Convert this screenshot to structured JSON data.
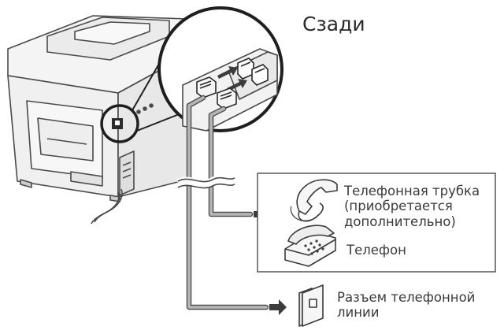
{
  "labels": {
    "rear": "Сзади",
    "handset": [
      "Телефонная трубка",
      "(приобретается",
      "дополнительно)"
    ],
    "phone": "Телефон",
    "wall_jack": [
      "Разъем телефонной",
      "линии"
    ]
  },
  "colors": {
    "outline": "#4a4a4a",
    "fill_light": "#f4f4f4",
    "fill_mid": "#e6e6e6",
    "cable": "#a9a9a9",
    "arrow": "#3c3c3c"
  }
}
